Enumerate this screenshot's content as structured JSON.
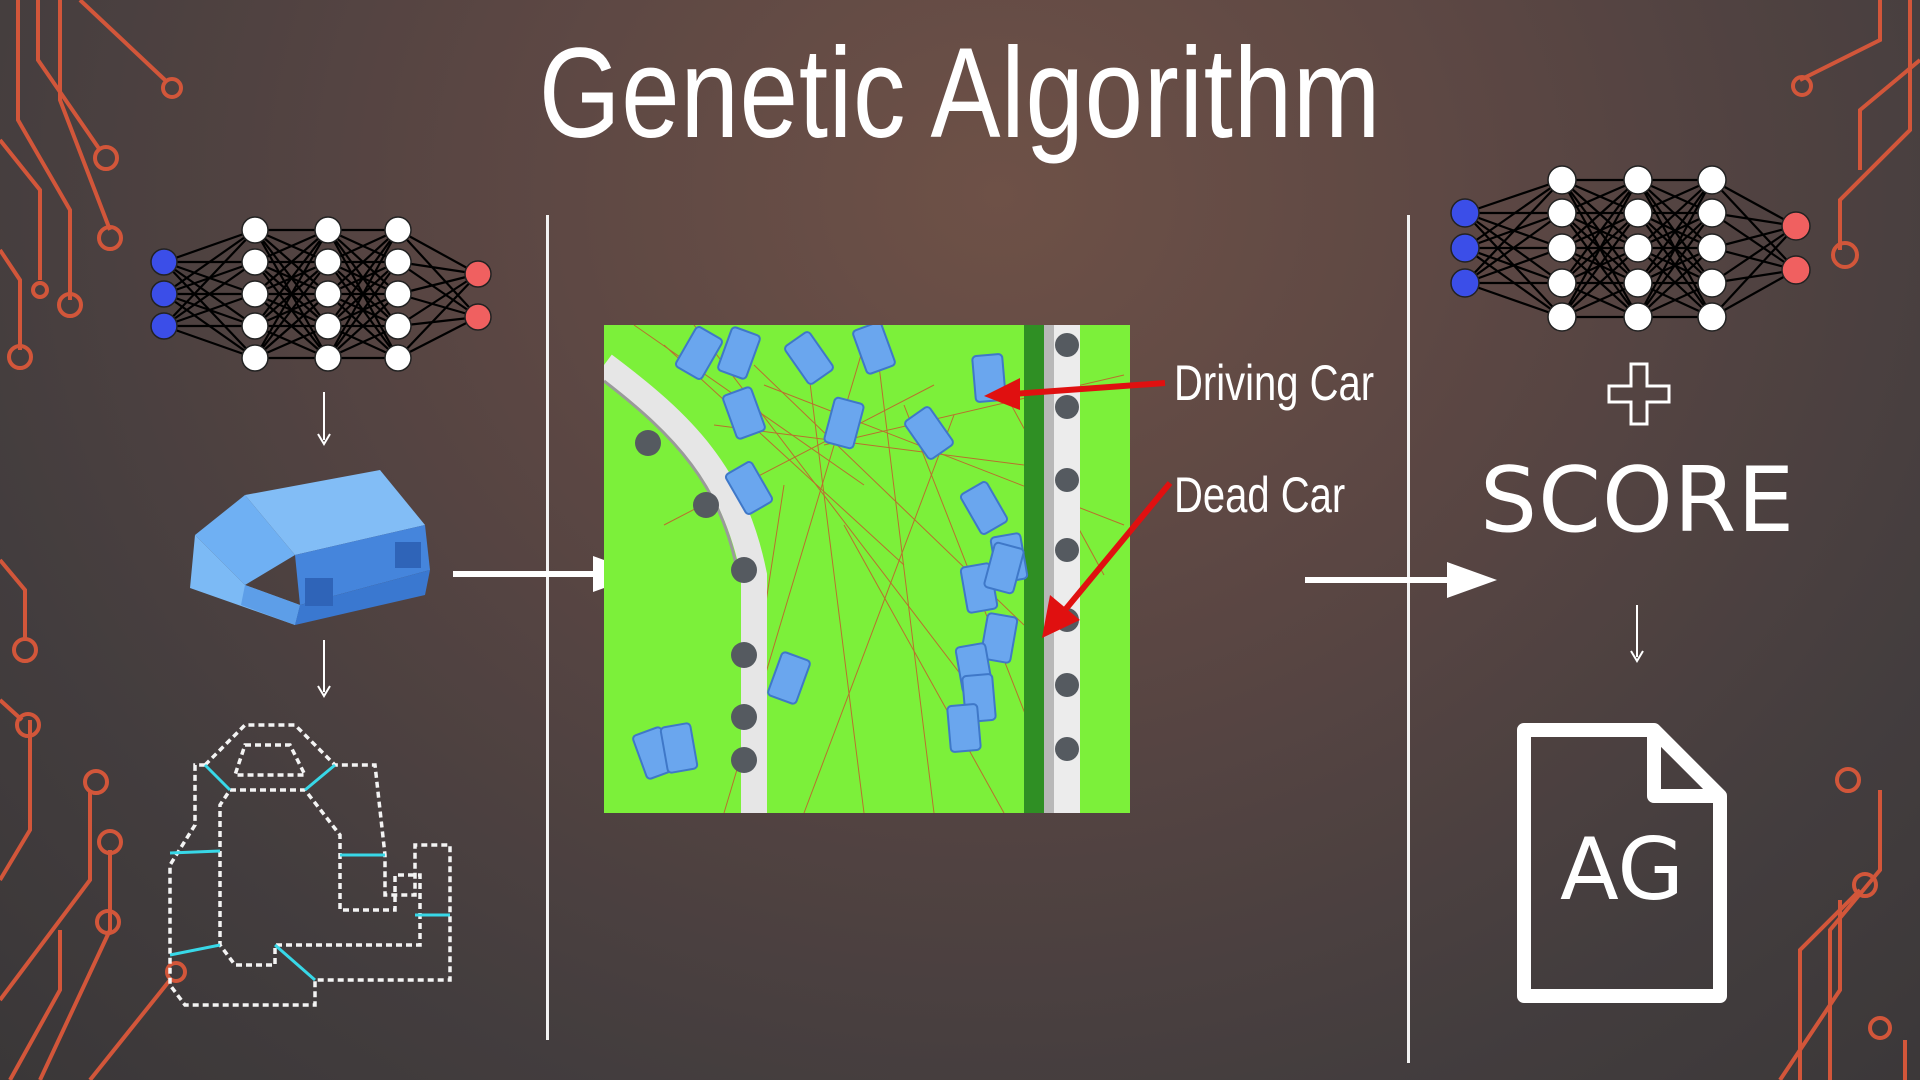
{
  "slide": {
    "title": "Genetic Algorithm",
    "annotations": {
      "driving_car": "Driving Car",
      "dead_car": "Dead Car"
    },
    "score_label": "SCORE",
    "file_icon_label": "AG"
  },
  "colors": {
    "input_node": "#3b4ee8",
    "hidden_node": "#ffffff",
    "output_node": "#f06060",
    "circuit_trace": "#d2563a",
    "arrow_annotation": "#e01010",
    "simulation_grass": "#7cf03a",
    "car": "#6aaef0"
  },
  "icons": [
    "neural-network-icon",
    "car-icon",
    "track-map-icon",
    "plus-icon",
    "file-icon",
    "arrow-icon"
  ]
}
